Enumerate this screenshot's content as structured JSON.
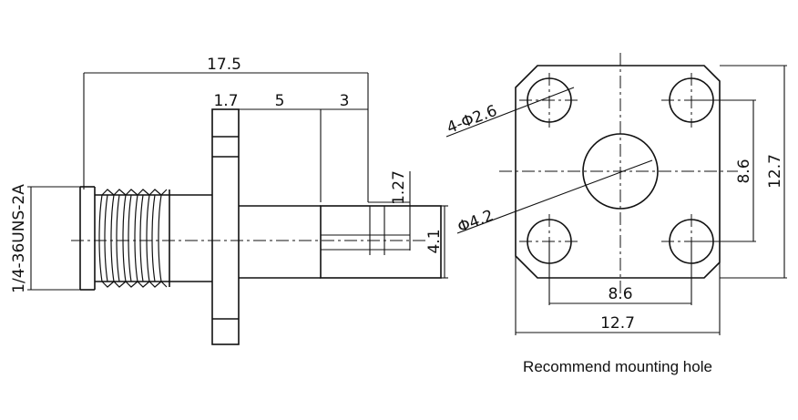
{
  "side_view": {
    "overall_length": "17.5",
    "flange_thickness": "1.7",
    "body_length": "5",
    "pin_length": "3",
    "pin_offset": "1.27",
    "pin_span": "4.1",
    "thread_spec": "1/4-36UNS-2A"
  },
  "front_view": {
    "hole_callout": "4-Φ2.6",
    "center_hole": "Φ4.2",
    "hole_spacing_h": "8.6",
    "hole_spacing_v": "8.6",
    "flange_width": "12.7",
    "flange_height": "12.7"
  },
  "caption": "Recommend mounting hole"
}
